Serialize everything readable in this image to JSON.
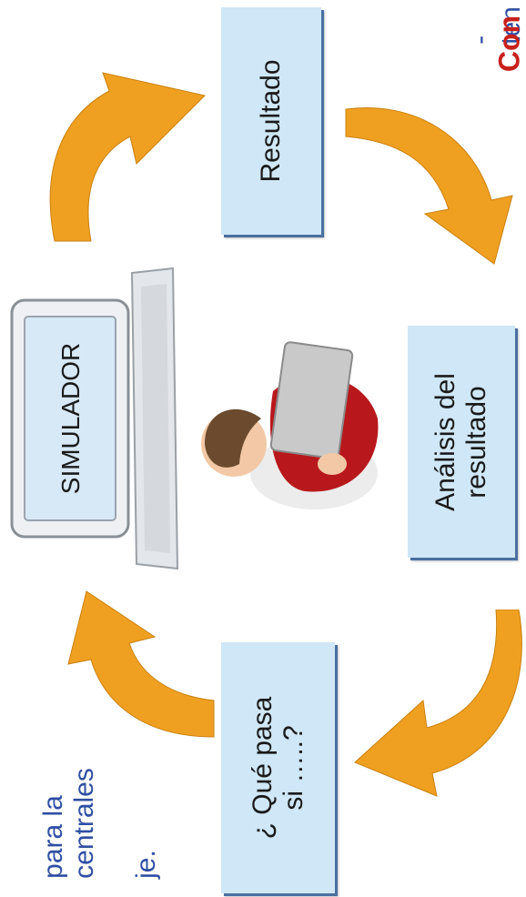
{
  "boxes": {
    "resultado": "Resultado",
    "analisis": [
      "Análisis del",
      "resultado"
    ],
    "que_pasa": [
      "¿ Qué pasa",
      "si …..?"
    ]
  },
  "simulator": {
    "screen_label": "SIMULADOR"
  },
  "side_text_left": [
    "para  la",
    "centrales",
    "",
    "je."
  ],
  "side_text_top": [
    "-",
    "ten"
  ],
  "con_text": "Con",
  "colors": {
    "arrow": "#f0a020",
    "box_fill": "#cfe7f7",
    "box_shadow": "#4a6fa0",
    "side_text": "#2f4fa3",
    "con_text": "#c8201a"
  }
}
